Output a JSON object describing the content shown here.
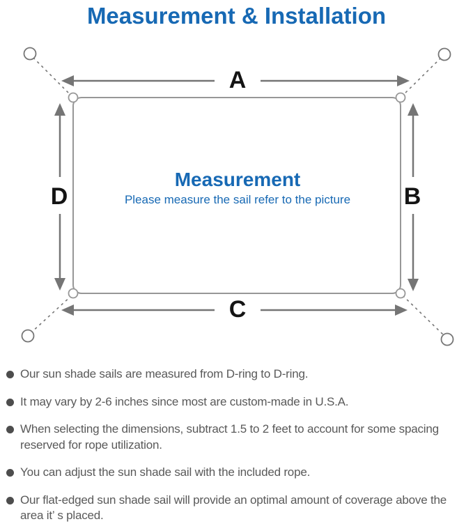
{
  "page": {
    "title": "Measurement & Installation"
  },
  "diagram": {
    "center_title": "Measurement",
    "center_subtitle": "Please measure the sail refer to the picture",
    "labels": {
      "top": "A",
      "right": "B",
      "bottom": "C",
      "left": "D"
    },
    "colors": {
      "accent_blue": "#1769b4",
      "line_gray": "#979797",
      "arrow_gray": "#757575",
      "text_gray": "#595959",
      "label_black": "#141414",
      "bullet_gray": "#4d4d4d"
    }
  },
  "bullets": [
    "Our sun shade sails are measured from D-ring to D-ring.",
    "It may vary by 2-6 inches since most are custom-made in U.S.A.",
    "When selecting the dimensions, subtract 1.5 to 2 feet to account for some spacing reserved for rope utilization.",
    "You can adjust the sun shade sail with the included rope.",
    "Our flat-edged sun shade sail will provide an optimal amount of coverage above the area it’ s placed."
  ]
}
